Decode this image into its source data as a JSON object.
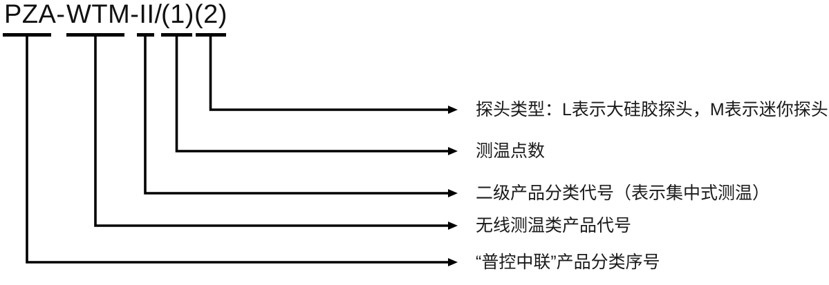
{
  "model_code": {
    "segments": [
      "PZA-",
      "WTM-II/",
      "(1)",
      "(2)"
    ]
  },
  "annotations": [
    {
      "points_to": "(2)",
      "label": "探头类型：L表示大硅胶探头，M表示迷你探头"
    },
    {
      "points_to": "(1)",
      "label": "测温点数"
    },
    {
      "points_to": "II",
      "label": "二级产品分类代号（表示集中式测温）"
    },
    {
      "points_to": "WTM",
      "label": "无线测温类产品代号"
    },
    {
      "points_to": "PZA",
      "label": "“普控中联”产品分类序号"
    }
  ],
  "colors": {
    "line": "#000000",
    "text": "#1a1a1a",
    "background": "#ffffff"
  }
}
